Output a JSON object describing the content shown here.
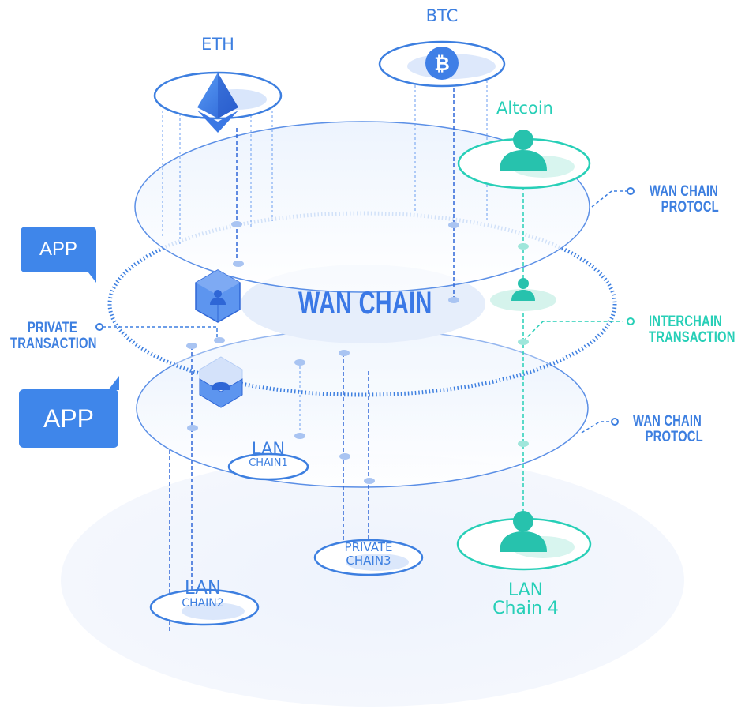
{
  "nodes": {
    "eth": "ETH",
    "btc": "BTC",
    "altcoin": "Altcoin"
  },
  "apps": {
    "top": "APP",
    "bottom": "APP"
  },
  "center_title": "WAN CHAIN",
  "side_labels": {
    "wan_protocol_top": [
      "WAN CHAIN",
      "PROTOCL"
    ],
    "interchain": [
      "INTERCHAIN",
      "TRANSACTION"
    ],
    "wan_protocol_bottom": [
      "WAN CHAIN",
      "PROTOCL"
    ],
    "private_transaction": [
      "PRIVATE",
      "TRANSACTION"
    ]
  },
  "chains": {
    "lan_chain1": [
      "LAN",
      "CHAIN1"
    ],
    "lan_chain2": [
      "LAN",
      "CHAIN2"
    ],
    "private_chain3": [
      "PRIVATE",
      "CHAIN3"
    ],
    "lan_chain4": [
      "LAN",
      "Chain 4"
    ]
  },
  "colors": {
    "blue": "#3d7fe0",
    "teal": "#27cfb7",
    "app_bg": "#3f86ea"
  }
}
